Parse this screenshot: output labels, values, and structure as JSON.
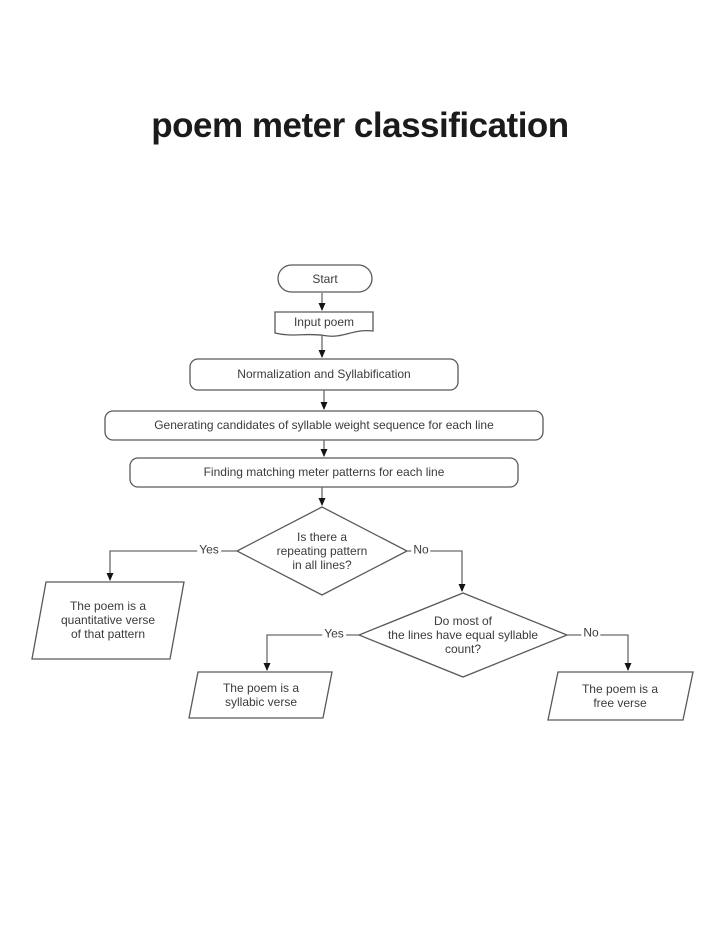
{
  "title": "poem meter classification",
  "flowchart": {
    "nodes": {
      "start": {
        "type": "terminator",
        "label": "Start"
      },
      "input_poem": {
        "type": "input",
        "label": "Input poem"
      },
      "normalization": {
        "type": "process",
        "label": "Normalization and Syllabification"
      },
      "candidates": {
        "type": "process",
        "label": "Generating candidates of syllable weight sequence for each line"
      },
      "matching": {
        "type": "process",
        "label": "Finding matching meter patterns for each line"
      },
      "decision_repeating_pattern": {
        "type": "decision",
        "label": "Is there a\nrepeating pattern\nin all lines?"
      },
      "quantitative_verse": {
        "type": "output",
        "label": "The poem is a\nquantitative verse\nof that pattern"
      },
      "decision_equal_syllable": {
        "type": "decision",
        "label": "Do most of\nthe lines have equal syllable\ncount?"
      },
      "syllabic_verse": {
        "type": "output",
        "label": "The poem is a\nsyllabic verse"
      },
      "free_verse": {
        "type": "output",
        "label": "The poem is a\nfree verse"
      }
    },
    "edge_labels": {
      "decision1_yes": "Yes",
      "decision1_no": "No",
      "decision2_yes": "Yes",
      "decision2_no": "No"
    },
    "colors": {
      "background": "#ffffff",
      "shape_outline": "#595959",
      "connector_line": "#6a6a6a",
      "arrowhead": "#141414",
      "node_text": "#3b3b3b",
      "title_text": "#1b1b1b"
    }
  }
}
